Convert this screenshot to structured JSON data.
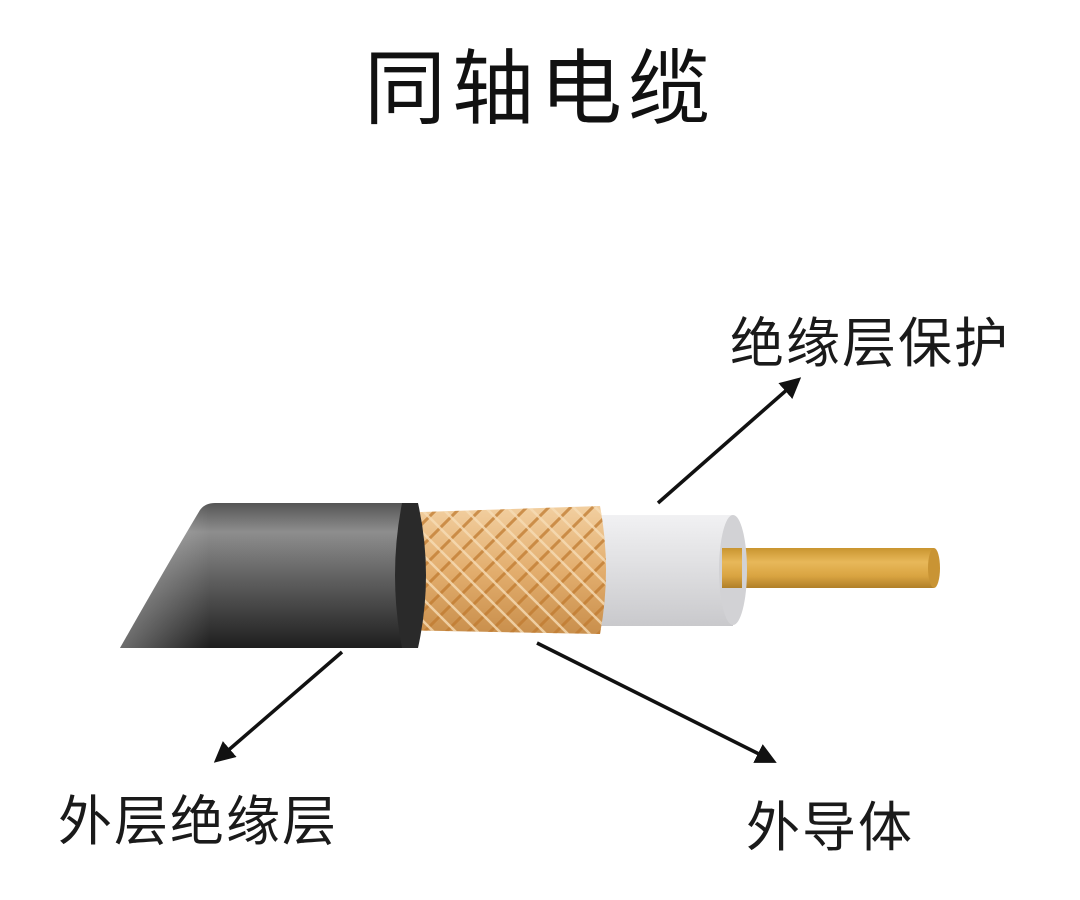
{
  "title": "同轴电缆",
  "labels": {
    "insulation_protection": "绝缘层保护",
    "outer_jacket": "外层绝缘层",
    "outer_conductor": "外导体"
  },
  "colors": {
    "background": "#ffffff",
    "text": "#111111",
    "jacket_dark": "#2e2e2e",
    "jacket_light": "#8a8a8a",
    "braid": "#e6b47a",
    "braid_line": "#c98a3e",
    "dielectric": "#e4e4e6",
    "core": "#d9a441",
    "arrow": "#111111"
  },
  "cable_layers": [
    {
      "name": "outer-jacket",
      "label_key": "outer_jacket"
    },
    {
      "name": "braided-shield",
      "label_key": "outer_conductor"
    },
    {
      "name": "dielectric-insulator",
      "label_key": "insulation_protection"
    },
    {
      "name": "center-conductor"
    }
  ]
}
